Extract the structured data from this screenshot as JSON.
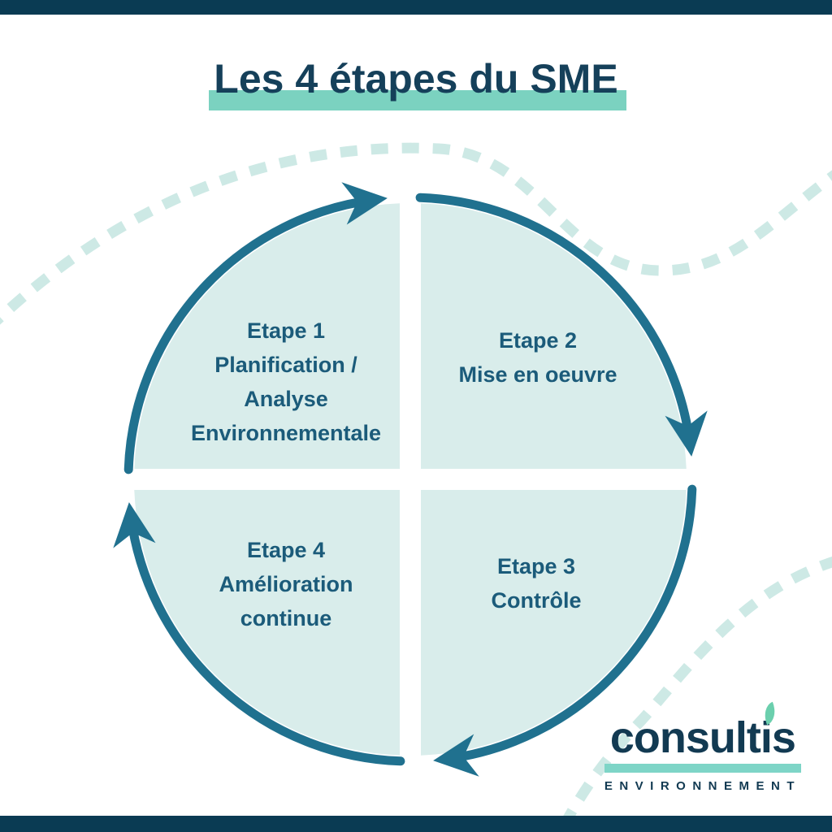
{
  "page": {
    "title": "Les 4 étapes du SME"
  },
  "diagram": {
    "steps": [
      {
        "name": "Etape 1",
        "description": "Planification /\nAnalyse\nEnvironnementale"
      },
      {
        "name": "Etape 2",
        "description": "Mise en oeuvre"
      },
      {
        "name": "Etape 3",
        "description": "Contrôle"
      },
      {
        "name": "Etape 4",
        "description": "Amélioration\ncontinue"
      }
    ]
  },
  "logo": {
    "brand": "consultis",
    "tagline": "ENVIRONNEMENT"
  },
  "colors": {
    "header_footer_bar": "#0a3b53",
    "title_text": "#15405a",
    "title_highlight": "#7bd2c0",
    "quadrant_fill": "#d9edeb",
    "arc_arrow": "#20718f",
    "step_text": "#1b5b7a",
    "dashed_decoration": "#cde9e5",
    "logo_text": "#123a52",
    "logo_underline": "#7ed5c7",
    "logo_leaf": "#6bcfad"
  }
}
